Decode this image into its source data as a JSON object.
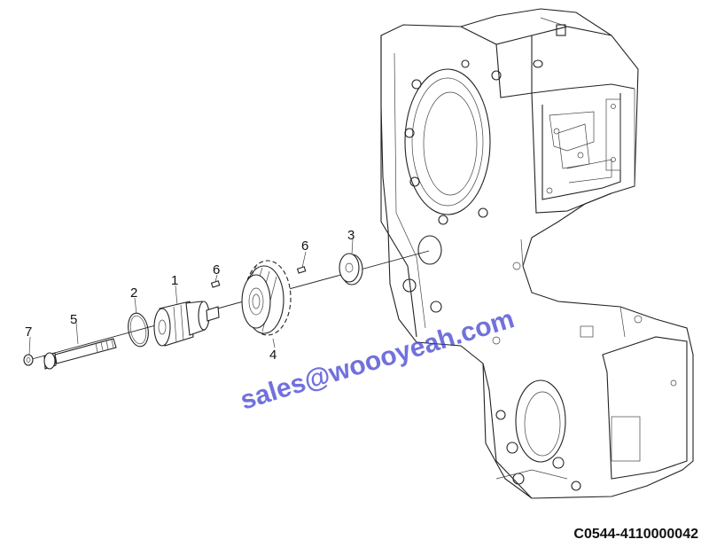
{
  "callouts": {
    "c1": "1",
    "c2": "2",
    "c3": "3",
    "c4": "4",
    "c5": "5",
    "c6a": "6",
    "c6b": "6",
    "c7": "7"
  },
  "watermark": "sales@woooyeah.com",
  "part_code": "C0544-4110000042"
}
